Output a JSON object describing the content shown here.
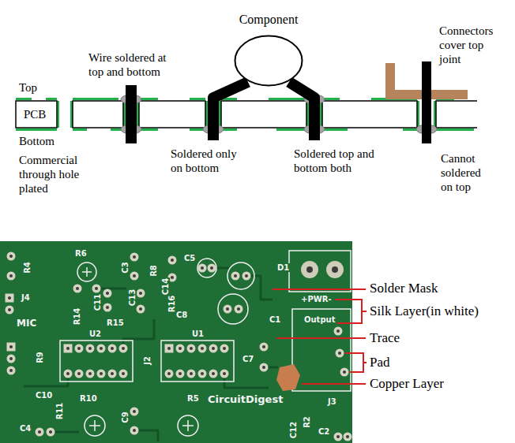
{
  "diagram": {
    "nodes": [
      {
        "text": [
          "Component"
        ]
      }
    ],
    "labels": [
      "Top",
      "PCB",
      "Bottom",
      "Commercial through hole plated",
      "Wire soldered at top and bottom",
      "Soldered only on bottom",
      "Soldered top and bottom both",
      "Connectors cover top joint",
      "Cannot soldered on top",
      "R4",
      "R6",
      "C3",
      "C5",
      "R8",
      "C14",
      "D1",
      "J4",
      "MIC",
      "R14",
      "C11",
      "R15",
      "C13",
      "R16",
      "C8",
      "U2",
      "U1",
      "C1",
      "+PWR-",
      "Output",
      "J2",
      "C7",
      "R9",
      "C10",
      "R10",
      "R5",
      "CircuitDigest",
      "R11",
      "C4",
      "C9",
      "C12",
      "R2",
      "C2",
      "J3",
      "Solder Mask",
      "Silk Layer(in white)",
      "Trace",
      "Pad",
      "Copper Layer"
    ]
  }
}
